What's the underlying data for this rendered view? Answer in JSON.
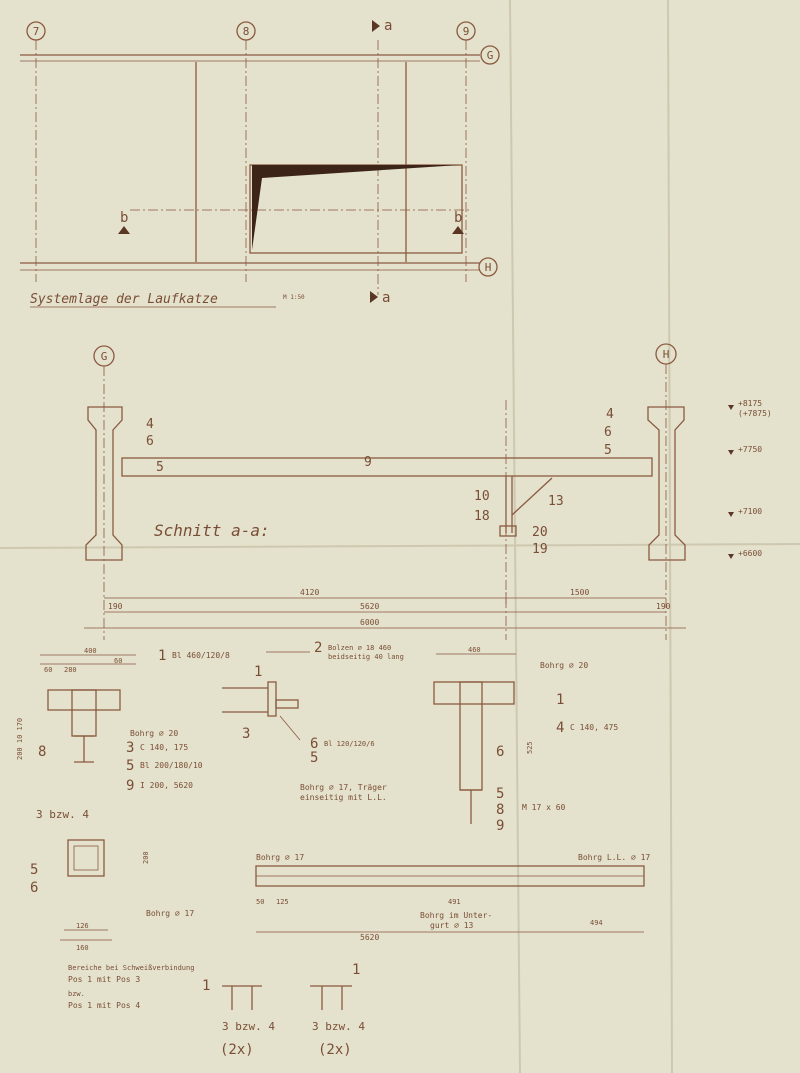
{
  "colors": {
    "paper": "#e4e1cc",
    "ink": "#8a5a40",
    "text": "#7a4e36"
  },
  "plan": {
    "axes": {
      "a7": "7",
      "a8": "8",
      "a9": "9",
      "aG": "G",
      "aH": "H"
    },
    "section_mark": "a",
    "b_mark": "b",
    "caption": "Systemlage der Laufkatze",
    "scale": "M 1:50"
  },
  "section": {
    "axes": {
      "G": "G",
      "H": "H"
    },
    "title": "Schnitt a-a:",
    "parts": {
      "p4l": "4",
      "p6l": "6",
      "p5l": "5",
      "p9": "9",
      "p4r": "4",
      "p6r": "6",
      "p5r": "5",
      "p10": "10",
      "p18": "18",
      "p13": "13",
      "p20": "20",
      "p19": "19"
    },
    "levels": {
      "l1": "+8175",
      "l1b": "(+7875)",
      "l2": "+7750",
      "l3": "+7100",
      "l4": "+6600"
    },
    "dims": {
      "d4120": "4120",
      "d1500": "1500",
      "d190a": "190",
      "d190b": "190",
      "d5620": "5620",
      "d6000": "6000"
    }
  },
  "detail_left": {
    "dims": {
      "d400": "400",
      "d280": "280",
      "d60a": "60",
      "d60b": "60",
      "d200": "200 10 170"
    },
    "labels": {
      "p1": "1",
      "p1t": "Bl 460/120/8",
      "p8": "8",
      "p3": "3",
      "p3t": "C 140, 175",
      "p5": "5",
      "p5t": "Bl 200/180/10",
      "p9": "9",
      "p9t": "I 200, 5620",
      "bohrg": "Bohrg ⌀ 20"
    }
  },
  "detail_mid": {
    "labels": {
      "p1": "1",
      "p2": "2",
      "p2t": "Bolzen ⌀ 18 460",
      "p2t2": "beidseitig 40 lang",
      "p3": "3",
      "p6": "6",
      "p6t": "Bl 120/120/6",
      "p5": "5",
      "note1": "Bohrg ⌀ 17, Träger",
      "note2": "einseitig mit L.L."
    }
  },
  "detail_right": {
    "labels": {
      "bohrg": "Bohrg ⌀ 20",
      "p1": "1",
      "p4": "4",
      "p4t": "C 140, 475",
      "p6": "6",
      "p5": "5",
      "p8": "8",
      "p9": "9",
      "m": "M 17 x 60",
      "d460": "460",
      "d525": "525"
    }
  },
  "detail_column": {
    "labels": {
      "p3": "3 bzw. 4",
      "p5": "5",
      "p6": "6",
      "bohrg": "Bohrg ⌀ 17",
      "d160": "160",
      "d126": "126",
      "d200": "200"
    }
  },
  "beam": {
    "labels": {
      "left": "Bohrg ⌀ 17",
      "right": "Bohrg L.L. ⌀ 17",
      "under1": "Bohrg im Unter-",
      "under2": "gurt ⌀ 13",
      "d5620": "5620",
      "d491": "491",
      "d494": "494",
      "d125": "125",
      "d50": "50"
    }
  },
  "notes": {
    "line1": "Bereiche bei Schweißverbindung",
    "line2": "Pos 1 mit Pos 3",
    "line3": "bzw.",
    "line4": "Pos 1 mit Pos 4",
    "a1": "1",
    "a2": "3 bzw. 4",
    "a3": "(2x)",
    "b1": "1",
    "b2": "3 bzw. 4",
    "b3": "(2x)"
  }
}
